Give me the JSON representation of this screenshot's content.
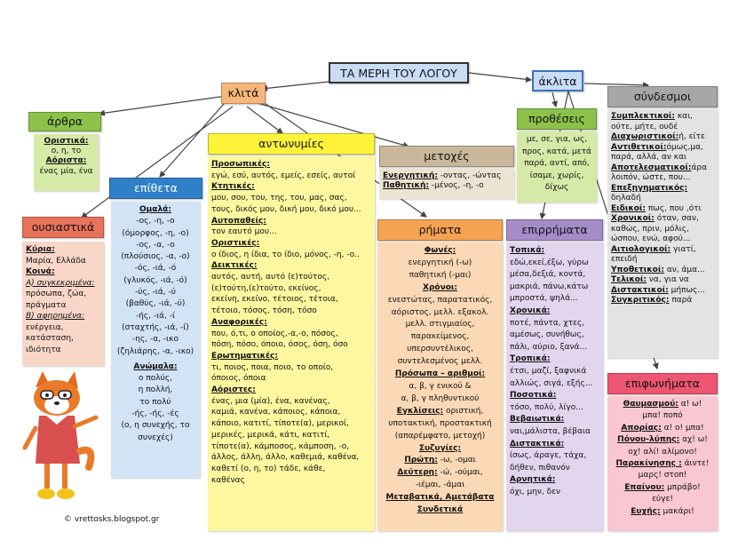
{
  "title": "ΤΑ ΜΕΡΗ ΤΟΥ ΛΟΓΟΥ",
  "klita": "κλιτά",
  "aklita": "άκλιτα",
  "arthra": {
    "header": "άρθρα",
    "l1": "Οριστικά:",
    "l2": "ο, η, το",
    "l3": "Αόριστα:",
    "l4": "ένας μία, ένα"
  },
  "epitheta": {
    "header": "επίθετα",
    "l1": "Ομαλά:",
    "l2": "-ος, -η, -ο",
    "l3": "(όμορφος, -η, -ο)",
    "l4": "-ος, -α, -ο",
    "l5": "(πλούσιος, -α, -ο)",
    "l6": "-ός, -ιά, -ό",
    "l7": "(γλυκός, -ιά, -ό)",
    "l8": "-ύς, -ιά, -ύ",
    "l9": "(βαθύς, -ιά, -ύ)",
    "l10": "-ής, -ιά, -ί",
    "l11": "(σταχτής, -ιά, -ί)",
    "l12": "-ης, -α, -ικο",
    "l13": "(ζηλιάρης, -α, -ικο)",
    "l14": "Ανώμαλα:",
    "l15": "ο πολύς,",
    "l16": "η πολλή,",
    "l17": "το πολύ",
    "l18": "-ής, -ής, -ές",
    "l19": "(ο, η συνεχής, το",
    "l20": "συνεχές)"
  },
  "ousiastika": {
    "header": "ουσιαστικά",
    "l1": "Κύρια:",
    "l2": "Μαρία, Ελλάδα",
    "l3": "Κοινά:",
    "l4": "Α) συγκεκριμένα:",
    "l5": "πρόσωπα, ζώα,",
    "l6": "πράγματα",
    "l7": "Β) αφηρημένα:",
    "l8": "ενέργεια,",
    "l9": "κατάσταση,",
    "l10": "ιδιότητα"
  },
  "antonymies": {
    "header": "αντωνυμίες",
    "l1": "Προσωπικές:",
    "l2": "εγώ, εσύ, αυτός, εμείς, εσείς, αυτοί",
    "l3": "Κτητικές:",
    "l4": "μου, σου, του, της, του, μας, σας,",
    "l5": "τους, δικός μου, δική μου, δικό μου...",
    "l6": "Αυτοπαθείς:",
    "l7": "τον εαυτό μου...",
    "l8": "Οριστικές:",
    "l9": "ο ίδιος, η ίδια, το ίδιο, μόνος, -η, -ο..",
    "l10": "Δεικτικές:",
    "l11": "αυτός, αυτή, αυτό (ε)τούτος,",
    "l12": "(ε)τούτη,(ε)τούτο, εκείνος,",
    "l13": "εκείνη, εκείνο, τέτοιος, τέτοια,",
    "l14": "τέτοιο, τόσος, τόση, τόσο",
    "l15": "Αναφορικές:",
    "l16": "που, ό,τι, ο οποίος,-α,-ο, πόσος,",
    "l17": "πόση, πόσο, όποιο, όσος, όση, όσο",
    "l18": "Ερωτηματικές:",
    "l19": "τι, ποιος, ποια, ποιο, το οποίο,",
    "l20": "όποιος, όποια",
    "l21": "Αόριστες:",
    "l22": "ένας, μια (μία), ένα, κανένας,",
    "l23": "καμιά, κανένα, κάποιος, κάποια,",
    "l24": "κάποιο, κατιτί, τίποτε(α), μερικοί,",
    "l25": "μερικές, μερικά, κάτι, κατιτί,",
    "l26": "τίποτε(α), κάμποσος, κάμποση, -ο,",
    "l27": "άλλος, άλλη, άλλο, καθεμιά, καθένα,",
    "l28": "καθετί (ο, η, το) τάδε, κάθε,",
    "l29": "καθένας"
  },
  "metoches": {
    "header": "μετοχές",
    "l1": "Ενεργητική:",
    "l1b": " -οντας, -ώντας",
    "l2": "Παθητική:",
    "l2b": " -μένος, -η, -ο"
  },
  "rimata": {
    "header": "ρήματα",
    "l1": "Φωνές:",
    "l2": "ενεργητική (-ω)",
    "l3": "παθητική (-μαι)",
    "l4": "Χρόνοι:",
    "l5": "ενεστώτας, παρατατικός,",
    "l6": "αόριστος, μελλ. εξακολ.",
    "l7": "μελλ. στιγμιαίος,",
    "l8": "παρακείμενος,",
    "l9": "υπερσυντέλικος,",
    "l10": "συντελεσμένος μελλ.",
    "l11": "Πρόσωπα – αριθμοί:",
    "l12": "α, β, γ ενικού &",
    "l13": "α, β, γ πληθυντικού",
    "l14": "Εγκλίσεις:",
    "l14b": " οριστική,",
    "l15": "υποτακτική, προστακτική",
    "l16": "(απαρέμφατο, μετοχή)",
    "l17": "Συζυγίες:",
    "l18": "Πρώτη:",
    "l18b": " -ω, -ομαι",
    "l19": "Δεύτερη:",
    "l19b": " -ώ, -ούμαι,",
    "l20": "-ιέμαι, -άμαι",
    "l21": "Μεταβατικά, Αμετάβατα",
    "l22": "Συνδετικά"
  },
  "protheseis": {
    "header": "προθέσεις",
    "l1": "με, σε, για, ως,",
    "l2": "προς, κατά, μετά",
    "l3": "παρά, αντί, από,",
    "l4": "ίσαμε, χωρίς,",
    "l5": "δίχως"
  },
  "epirrimata": {
    "header": "επιρρήματα",
    "l1": "Τοπικά:",
    "l2": "εδώ,εκεί,έξω, γύρω",
    "l3": "μέσα,δεξιά, κοντά,",
    "l4": "μακριά, πάνω,κάτω",
    "l5": "μπροστά, ψηλά...",
    "l6": "Χρονικά:",
    "l7": "ποτέ, πάντα, χτες,",
    "l8": "αμέσως, συνήθως,",
    "l9": "πάλι, αύριο, ξανά...",
    "l10": "Τροπικά:",
    "l11": "έτσι, μαζί, ξαφνικά",
    "l12": "αλλιώς, σιγά, εξής...",
    "l13": "Ποσοτικά:",
    "l14": "τόσο, πολύ, λίγο...",
    "l15": "Βεβαιωτικά:",
    "l16": "ναι,μάλιστα, βέβαια",
    "l17": "Διστακτικά:",
    "l18": "ίσως, άραγε, τάχα,",
    "l19": "δήθεν, πιθανόν",
    "l20": "Αρνητικά:",
    "l21": "όχι, μην, δεν"
  },
  "syndesmoi": {
    "header": "σύνδεσμοι",
    "l1": "Συμπλεκτικοί:",
    "l1b": " και,",
    "l2": "ούτε, μήτε, ουδέ",
    "l3": "Διαχωριστικοί:",
    "l3b": "ή, είτε",
    "l4": "Αντιθετικοί:",
    "l4b": "όμως,μα,",
    "l5": "παρά, αλλά, αν και",
    "l6": "Αποτελεσματικοί:",
    "l6b": "άρα",
    "l7": "λοιπόν, ώστε, που...",
    "l8": "Επεξηγηματικός:",
    "l9": "δηλαδή",
    "l10": "Ειδικοί:",
    "l10b": " πως, που ,ότι",
    "l11": "Χρονικοί:",
    "l11b": " όταν, σαν,",
    "l12": "καθώς, πριν, μόλις,",
    "l13": "ώσπου, ενώ, αφού...",
    "l14": "Αιτιολογικοί:",
    "l14b": " γιατί,",
    "l15": "επειδή",
    "l16": "Υποθετικοί:",
    "l16b": " αν, άμα...",
    "l17": "Τελικοί:",
    "l17b": " να, για να",
    "l18": "Διστακτικοί:",
    "l18b": " μήπως...",
    "l19": "Συγκριτικός:",
    "l19b": " παρά"
  },
  "epifonimata": {
    "header": "επιφωνήματα",
    "l1": "Θαυμασμού:",
    "l1b": " α! ω!",
    "l2": "μπα! ποπό",
    "l3": "Απορίας:",
    "l3b": " α! ο! μπα!",
    "l4": "Πόνου-λύπης:",
    "l4b": " αχ! ω!",
    "l5": "οχ! αλί! αλίμονο!",
    "l6": "Παρακίνησης :",
    "l6b": " άιντε!",
    "l7": "μαρς! στοπ!",
    "l8": "Επαίνου:",
    "l8b": " μπράβο!",
    "l9": "εύγε!",
    "l10": "Ευχής:",
    "l10b": " μακάρι!"
  },
  "credit": "© vrettosks.blogspot.gr",
  "colors": {
    "title_blue": "#c9dcf5",
    "klita_orange": "#f7b77a",
    "green_header": "#8cc24a",
    "green_body": "#d6eaa8",
    "blue_header": "#2f80c8",
    "blue_body": "#d2e3f6",
    "salmon_header": "#e9735a",
    "salmon_body": "#f8d7c9",
    "yellow_header": "#fff33a",
    "yellow_body": "#fdf7a0",
    "tan_header": "#c9b79b",
    "tan_body": "#ece3d2",
    "orange_header": "#f5a352",
    "orange_body": "#fbd9b6",
    "purple_header": "#a58cc8",
    "purple_body": "#e2d6ef",
    "gray_header": "#a7a7a7",
    "gray_body": "#e3e3e3",
    "pink_header": "#ee5571",
    "pink_body": "#f9c7d2"
  },
  "mascot_icon": "cartoon-fox-icon"
}
